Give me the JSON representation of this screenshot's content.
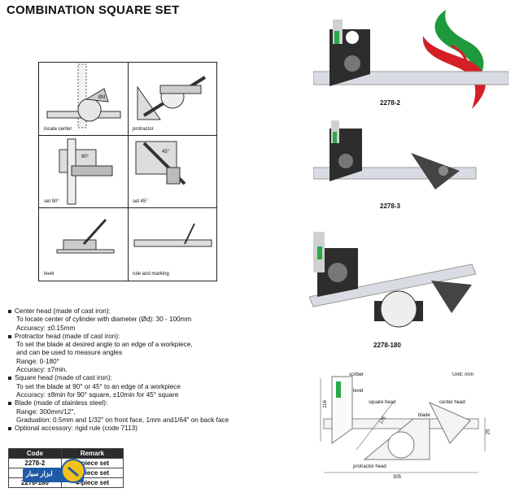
{
  "title": "COMBINATION SQUARE SET",
  "illustrations": {
    "labels": [
      "locate center",
      "protractor",
      "set 90°",
      "set 45°",
      "level",
      "rule and marking"
    ],
    "inline_marks": [
      "Ød",
      "90°",
      "45°"
    ]
  },
  "products": [
    {
      "code": "2278-2"
    },
    {
      "code": "2278-3"
    },
    {
      "code": "2278-180"
    }
  ],
  "features": [
    {
      "head": "Center head (made of cast iron):",
      "lines": [
        "To locate center of cylinder with diameter (Ød): 30 - 100mm",
        "Accuracy: ±0.15mm"
      ]
    },
    {
      "head": "Protractor head (made of cast iron):",
      "lines": [
        "To set the blade at desired angle to an edge of a workpiece,",
        "and can be used to measure angles",
        "Range: 0-180°",
        "Accuracy: ±7min."
      ]
    },
    {
      "head": "Square head (made of cast iron):",
      "lines": [
        "To set the blade at  90° or  45° to an edge of a workpiece",
        "Accuracy: ±8min for 90° square, ±10min for 45° square"
      ]
    },
    {
      "head": "Blade (made of stainless steel):",
      "lines": [
        "Range: 300mm/12\",",
        "Graduation: 0.5mm and 1/32\" on front face, 1mm and1/64\" on back face"
      ]
    },
    {
      "head": "Optional accessory: rigid rule (code 7113)",
      "lines": []
    }
  ],
  "table": {
    "headers": [
      "Code",
      "Remark"
    ],
    "rows": [
      [
        "2278-2",
        "2-piece set"
      ],
      [
        "2278-3",
        "3-piece set"
      ],
      [
        "2278-180",
        "4-piece set"
      ]
    ]
  },
  "diagram": {
    "unit": "Unit: mm",
    "labels": {
      "scriber": "scriber",
      "level": "level",
      "square_head": "square head",
      "center_head": "center head",
      "blade": "blade",
      "protractor_head": "protractor head"
    },
    "dims": {
      "height": "116",
      "diag": "175",
      "side": "25",
      "length": "305"
    }
  },
  "watermark_text": "ابزار سیار",
  "colors": {
    "flag_green": "#1e9a3c",
    "flag_red": "#d51f26",
    "table_header": "#2b2b2b",
    "level_green": "#2aa84a"
  }
}
